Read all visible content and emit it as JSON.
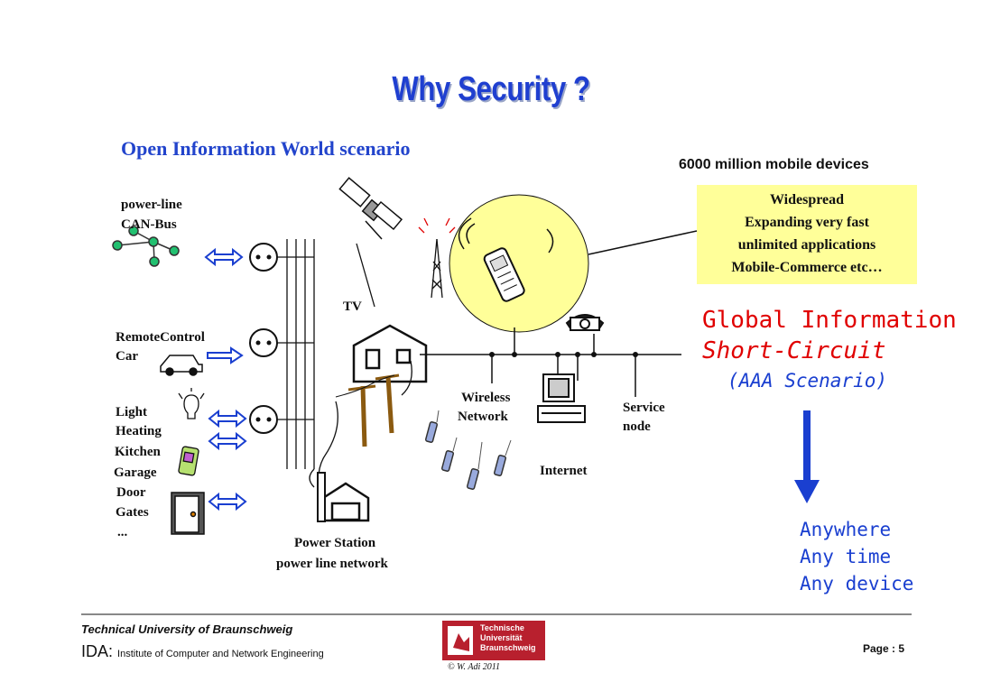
{
  "title": "Why Security ?",
  "subtitle": "Open Information World scenario",
  "mobile_count": "6000 million mobile devices",
  "box_lines": [
    "Widespread",
    "Expanding very fast",
    "unlimited applications",
    "Mobile-Commerce etc…"
  ],
  "global_line1": "Global Information",
  "global_line2": "Short-Circuit",
  "aaa": "(AAA Scenario)",
  "any": [
    {
      "first": "A",
      "rest": "nywhere"
    },
    {
      "first": "A",
      "rest": "ny time"
    },
    {
      "first": "A",
      "rest": "ny device"
    }
  ],
  "labels": {
    "powerline": "power-line",
    "canbus": "CAN-Bus",
    "remote": "RemoteControl",
    "car": "Car",
    "home_items": [
      "Light",
      "Heating",
      "Kitchen",
      "Garage",
      "Door",
      "Gates",
      "..."
    ],
    "tv": "TV",
    "wireless1": "Wireless",
    "wireless2": "Network",
    "service1": "Service",
    "service2": "node",
    "internet": "Internet",
    "power1": "Power Station",
    "power2": "power line network"
  },
  "footer": {
    "university": "Technical University of Braunschweig",
    "ida": "IDA:",
    "ida_full": "Institute of Computer and Network Engineering",
    "page": "Page :  5",
    "copyright": "© W. Adi 2011",
    "logo": [
      "Technische",
      "Universität",
      "Braunschweig"
    ]
  },
  "colors": {
    "title": "#1f3fd0",
    "accent_red": "#e00000",
    "bubble": "#ffff99"
  }
}
